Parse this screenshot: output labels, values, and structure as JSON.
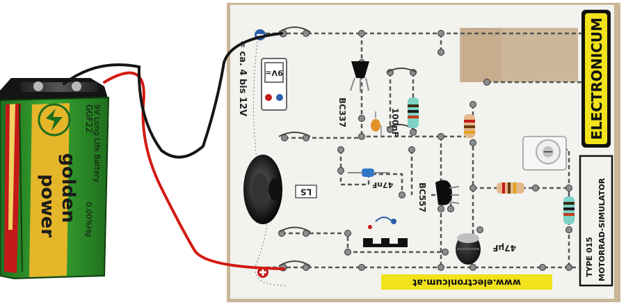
{
  "battery": {
    "brand_line1": "golden",
    "brand_line2": "power",
    "model": "GGF22",
    "spec": "9V Long Life Battery",
    "mercury": "0.00%Hg"
  },
  "board": {
    "brand": "ELECTRONICUM",
    "type_label": "TYPE 015",
    "product_name": "MOTORRAD-SIMULATOR",
    "website": "www.electronicum.at",
    "voltage_note": "= ca. 4 bis 12V",
    "battery_symbol_label": "9V=",
    "speaker_label": "LS"
  },
  "components": {
    "transistor_npn": "BC337",
    "transistor_pnp": "BC557",
    "cap_100nf": "100nF",
    "cap_47nf": "47nF",
    "cap_47uf": "47µF"
  },
  "colors": {
    "board": "#f2f2ef",
    "battery_green": "#2f9a2c",
    "battery_gold": "#e5b52a",
    "battery_red": "#c41a1a",
    "wire_red": "#d21a12",
    "wire_black": "#151515",
    "cardboard": "#cdb79a",
    "brand_yellow": "#f1e21c"
  }
}
